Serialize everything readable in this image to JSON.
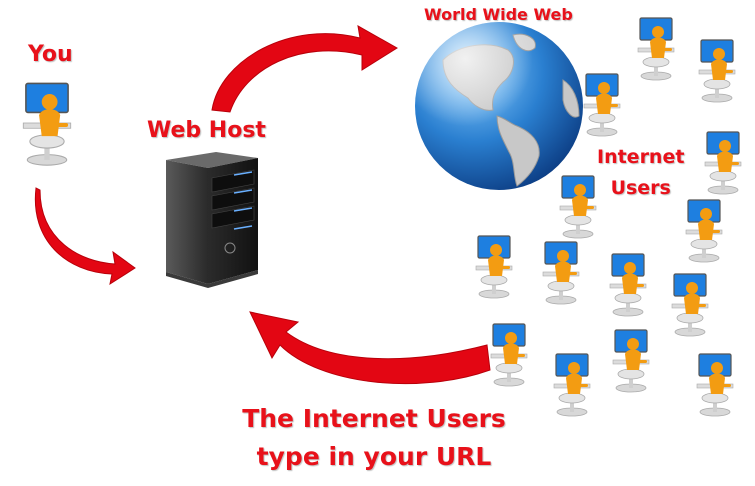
{
  "labels": {
    "you": "You",
    "web_host": "Web Host",
    "world_wide_web": "World Wide Web",
    "internet_users_line1": "Internet",
    "internet_users_line2": "Users",
    "caption_line1": "The Internet Users",
    "caption_line2": "type in your URL"
  },
  "colors": {
    "label_red": "#e8111a",
    "arrow_red": "#e30613",
    "ocean_blue": "#2a7fd0",
    "land_gray": "#c8c8c8",
    "figure_orange": "#f39c12",
    "monitor_blue": "#1e7fe0",
    "server_black": "#1b1b1b"
  },
  "icons": {
    "you_figure": "person-at-computer-icon",
    "web_host": "server-tower-icon",
    "world": "globe-icon",
    "users": "person-at-computer-icon",
    "arrows": "curved-arrow-icon"
  }
}
